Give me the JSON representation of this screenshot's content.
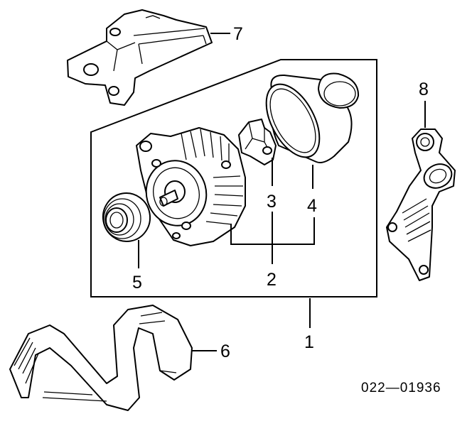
{
  "callouts": {
    "c1": "1",
    "c2": "2",
    "c3": "3",
    "c4": "4",
    "c5": "5",
    "c6": "6",
    "c7": "7",
    "c8": "8"
  },
  "reference_code": "022—01936"
}
